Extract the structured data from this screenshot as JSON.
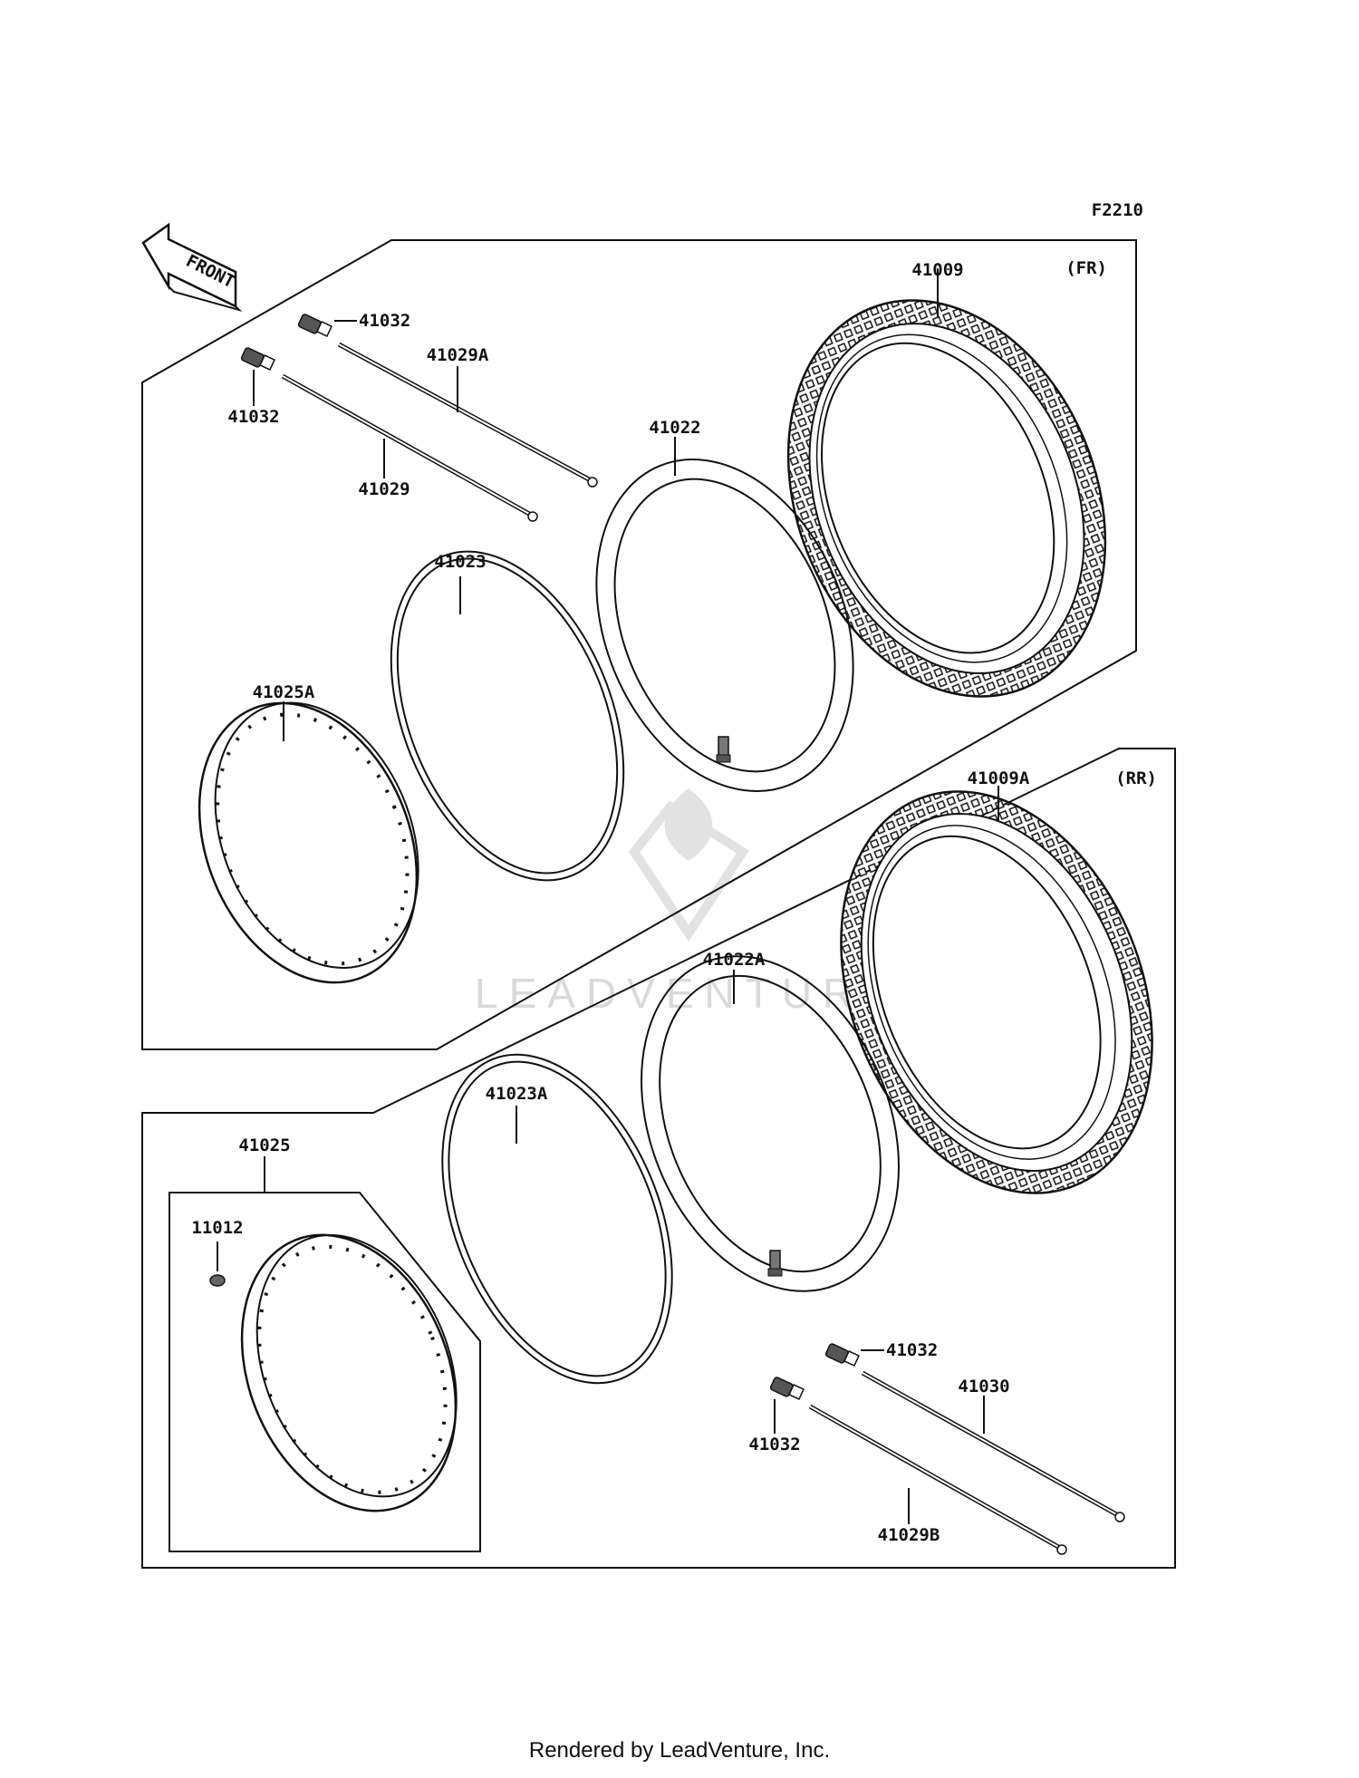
{
  "figure_code": "F2210",
  "front_arrow_label": "FRONT",
  "sections": {
    "front": {
      "tag": "(FR)"
    },
    "rear": {
      "tag": "(RR)"
    }
  },
  "callouts": {
    "fr_tire": "41009",
    "fr_valve_cap_top": "41032",
    "fr_spoke_a": "41029A",
    "fr_valve_cap_left": "41032",
    "fr_spoke": "41029",
    "fr_tube": "41022",
    "fr_rim_band": "41023",
    "fr_rim": "41025A",
    "rr_tire": "41009A",
    "rr_tube": "41022A",
    "rr_rim_band": "41023A",
    "rr_rim_assy": "41025",
    "rr_rim_plug": "11012",
    "rr_valve_cap_top": "41032",
    "rr_spoke": "41030",
    "rr_valve_cap_bottom": "41032",
    "rr_spoke_b": "41029B"
  },
  "watermark": "LEADVENTURE",
  "footer": "Rendered by LeadVenture, Inc.",
  "colors": {
    "line": "#111111",
    "watermark": "#d9d9d9"
  }
}
